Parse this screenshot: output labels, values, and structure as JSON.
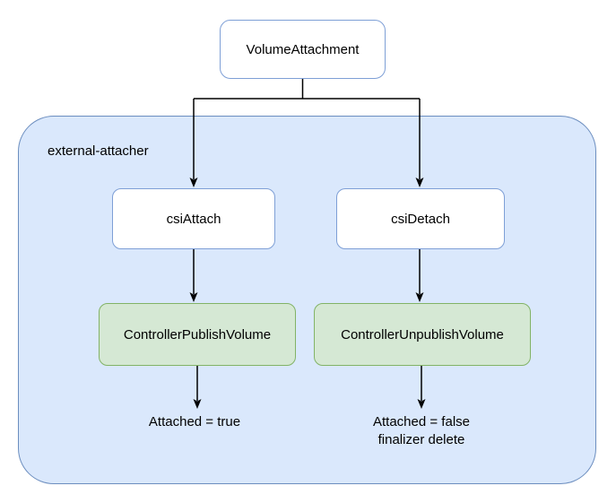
{
  "diagram": {
    "root_node": {
      "label": "VolumeAttachment"
    },
    "container": {
      "label": "external-attacher"
    },
    "nodes": {
      "csi_attach": {
        "label": "csiAttach"
      },
      "csi_detach": {
        "label": "csiDetach"
      },
      "controller_publish": {
        "label": "ControllerPublishVolume"
      },
      "controller_unpublish": {
        "label": "ControllerUnpublishVolume"
      }
    },
    "results": {
      "attach": {
        "line1": "Attached = true"
      },
      "detach": {
        "line1": "Attached = false",
        "line2": "finalizer delete"
      }
    },
    "colors": {
      "container_fill": "#dae8fc",
      "container_border": "#6c8ebf",
      "node_fill": "#ffffff",
      "node_border": "#7e9fd6",
      "green_fill": "#d5e8d4",
      "green_border": "#82b366",
      "arrow": "#000000"
    }
  }
}
